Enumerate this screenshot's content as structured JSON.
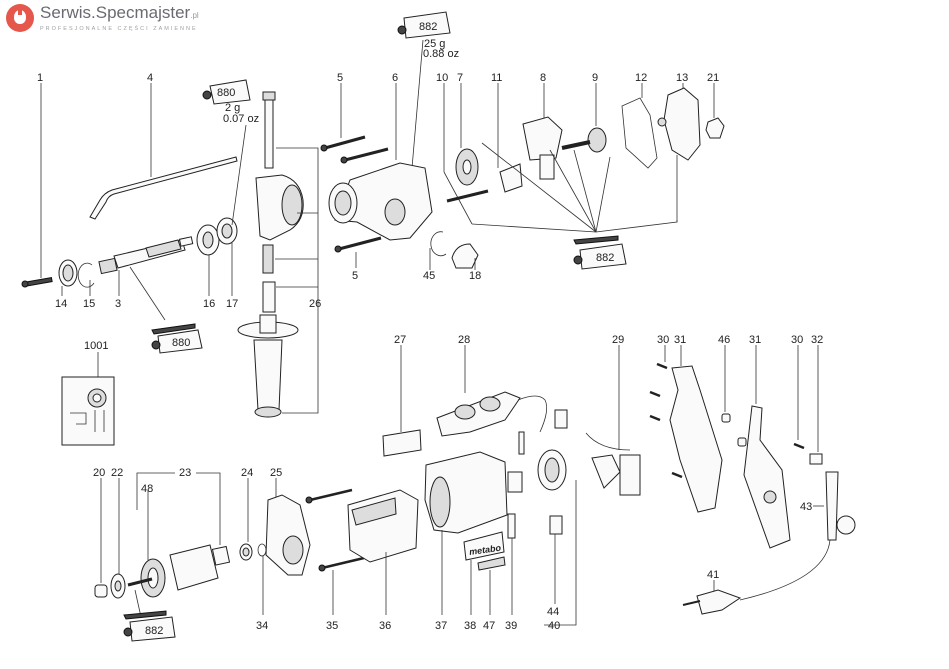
{
  "watermark": {
    "brand": "Serwis.Specmajster",
    "domain_suffix": ".pl",
    "tagline": "PROFESJONALNE  CZĘŚCI  ZAMIENNE",
    "accent_color": "#e4574a",
    "text_color": "#6a6a72"
  },
  "diagram": {
    "title": "Exploded parts diagram – impact drill",
    "part_numbers": [
      "1",
      "3",
      "4",
      "5",
      "6",
      "7",
      "8",
      "9",
      "10",
      "11",
      "12",
      "13",
      "14",
      "15",
      "16",
      "17",
      "18",
      "20",
      "21",
      "22",
      "23",
      "24",
      "25",
      "26",
      "27",
      "28",
      "29",
      "30",
      "31",
      "32",
      "34",
      "35",
      "36",
      "37",
      "38",
      "39",
      "40",
      "41",
      "43",
      "44",
      "45",
      "46",
      "47",
      "48",
      "1001"
    ],
    "labels": {
      "p1": "1",
      "p4": "4",
      "p5a": "5",
      "p5b": "5",
      "p6": "6",
      "p10": "10",
      "p7": "7",
      "p11": "11",
      "p8": "8",
      "p9": "9",
      "p12": "12",
      "p13": "13",
      "p21": "21",
      "p14": "14",
      "p15": "15",
      "p3": "3",
      "p16": "16",
      "p17": "17",
      "p26": "26",
      "p45": "45",
      "p18": "18",
      "p1001": "1001",
      "p20": "20",
      "p22": "22",
      "p23": "23",
      "p48": "48",
      "p24": "24",
      "p25": "25",
      "p34": "34",
      "p35": "35",
      "p36": "36",
      "p37": "37",
      "p38": "38",
      "p47": "47",
      "p39": "39",
      "p44": "44",
      "p40": "40",
      "p27": "27",
      "p28": "28",
      "p29": "29",
      "p30a": "30",
      "p31a": "31",
      "p46": "46",
      "p31b": "31",
      "p30b": "30",
      "p32": "32",
      "p43": "43",
      "p41": "41"
    },
    "grease_tubes": [
      {
        "id": "tube-top-left",
        "code": "880",
        "amount_g": "2 g",
        "amount_oz": "0.07 oz"
      },
      {
        "id": "tube-top-center",
        "code": "882",
        "amount_g": "25 g",
        "amount_oz": "0.88 oz"
      },
      {
        "id": "tube-gear",
        "code": "882"
      },
      {
        "id": "tube-shaft",
        "code": "880"
      },
      {
        "id": "tube-armature",
        "code": "882"
      }
    ],
    "nameplate_text": "metabo"
  }
}
